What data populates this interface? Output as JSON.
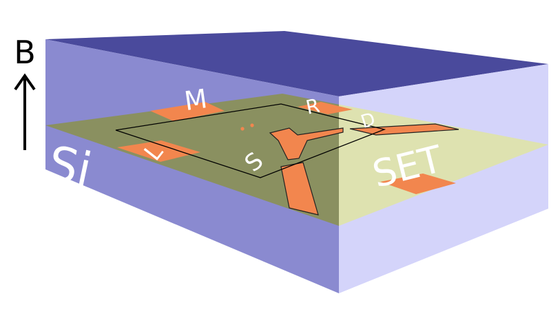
{
  "field_label": "B",
  "substrate_label": "Si",
  "gates": {
    "m": "M",
    "r": "R",
    "l": "L",
    "s": "S",
    "d": "D"
  },
  "detector_label": "SET",
  "colors": {
    "top_face": "#4a4a9c",
    "left_face": "#8a8ad0",
    "right_face": "#d4d4fa",
    "layer_dark": "#8a9060",
    "layer_light": "#dee2b0",
    "gate": "#f2864e",
    "text_white": "#ffffff",
    "text_black": "#000000"
  }
}
